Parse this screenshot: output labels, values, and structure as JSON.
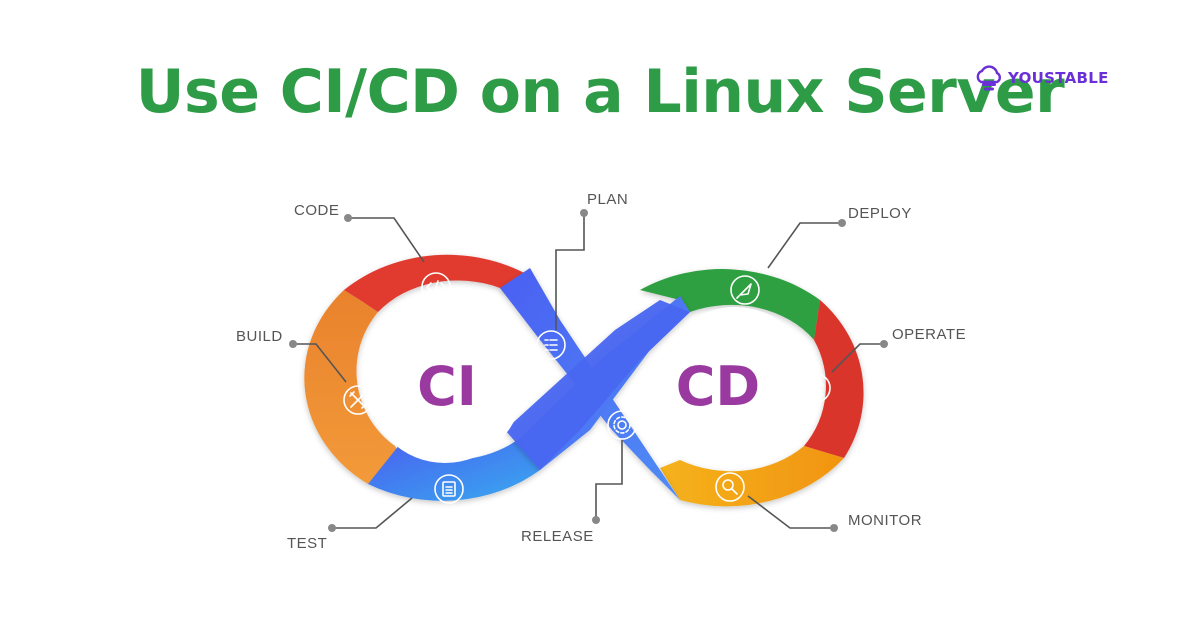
{
  "title": "Use CI/CD on a Linux Server",
  "brand": {
    "name": "YOUSTABLE",
    "icon": "cloud-shield-icon",
    "color": "#6a2fd6"
  },
  "center_labels": {
    "left": "CI",
    "right": "CD"
  },
  "stages": {
    "code": {
      "label": "CODE",
      "icon": "code-brackets-icon",
      "color": "#e03a2f"
    },
    "build": {
      "label": "BUILD",
      "icon": "wrench-tools-icon",
      "color": "#ef8a2c"
    },
    "test": {
      "label": "TEST",
      "icon": "clipboard-checklist-icon",
      "color": "#4a7ee8"
    },
    "plan": {
      "label": "PLAN",
      "icon": "checklist-icon",
      "color": "#4b6ef0"
    },
    "release": {
      "label": "RELEASE",
      "icon": "gear-icon",
      "color": "#4b6ef0"
    },
    "deploy": {
      "label": "DEPLOY",
      "icon": "rocket-icon",
      "color": "#2ea043"
    },
    "operate": {
      "label": "OPERATE",
      "icon": "robot-arm-icon",
      "color": "#d9342b"
    },
    "monitor": {
      "label": "MONITOR",
      "icon": "magnifier-chart-icon",
      "color": "#f3a712"
    }
  },
  "colors": {
    "title": "#2e9b47",
    "center_text": "#9a3aa0"
  }
}
